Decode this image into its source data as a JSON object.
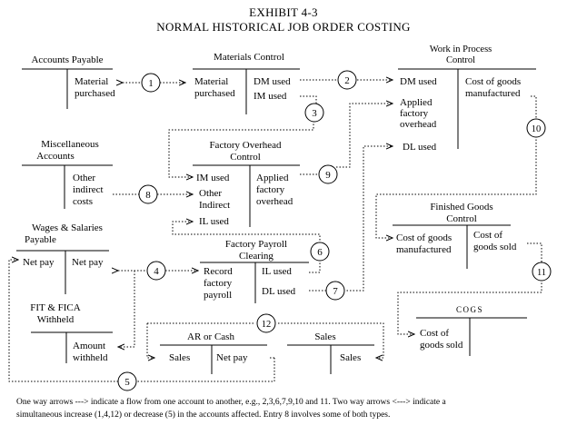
{
  "exhibit": {
    "line1": "EXHIBIT 4-3",
    "line2": "NORMAL HISTORICAL JOB ORDER COSTING"
  },
  "accounts": {
    "accounts_payable": {
      "title": "Accounts Payable",
      "right": [
        "Material",
        "purchased"
      ]
    },
    "materials_control": {
      "title": "Materials Control",
      "left": [
        "Material",
        "purchased"
      ],
      "right": [
        "DM used",
        "IM used"
      ]
    },
    "wip": {
      "title": [
        "Work in Process",
        "Control"
      ],
      "left": [
        "DM used",
        "Applied",
        "factory",
        "overhead",
        "DL used"
      ],
      "right": [
        "Cost of goods",
        "manufactured"
      ]
    },
    "misc_accounts": {
      "title": [
        "Miscellaneous",
        "Accounts"
      ],
      "right": [
        "Other",
        "indirect",
        "costs"
      ]
    },
    "fo_control": {
      "title": [
        "Factory Overhead",
        "Control"
      ],
      "left": [
        "IM used",
        "Other",
        "Indirect",
        "IL used"
      ],
      "right": [
        "Applied",
        "factory",
        "overhead"
      ]
    },
    "wages_payable": {
      "title": [
        "Wages & Salaries",
        "Payable"
      ],
      "left": [
        "Net pay"
      ],
      "right": [
        "Net pay"
      ]
    },
    "fin_goods": {
      "title": [
        "Finished Goods",
        "Control"
      ],
      "left": [
        "Cost of goods",
        "manufactured"
      ],
      "right": [
        "Cost of",
        "goods sold"
      ]
    },
    "payroll_clearing": {
      "title": [
        "Factory Payroll",
        "Clearing"
      ],
      "left": [
        "Record",
        "factory",
        "payroll"
      ],
      "right": [
        "IL used",
        "DL used"
      ]
    },
    "fit_fica": {
      "title": [
        "FIT & FICA",
        "Withheld"
      ],
      "right": [
        "Amount",
        "withheld"
      ]
    },
    "cogs": {
      "title": "COGS",
      "left": [
        "Cost of",
        "goods sold"
      ]
    },
    "ar_cash": {
      "title": "AR or Cash",
      "left": [
        "Sales"
      ],
      "right": [
        "Net pay"
      ]
    },
    "sales": {
      "title": "Sales",
      "right": [
        "Sales"
      ]
    }
  },
  "entries": [
    "1",
    "2",
    "3",
    "4",
    "5",
    "6",
    "7",
    "8",
    "9",
    "10",
    "11",
    "12"
  ],
  "footnote": [
    "One way arrows ---> indicate a flow from one account to another, e.g., 2,3,6,7,9,10 and 11.  Two way arrows <---> indicate a",
    "simultaneous increase (1,4,12) or decrease (5) in the accounts affected.  Entry 8 involves some of both types."
  ]
}
